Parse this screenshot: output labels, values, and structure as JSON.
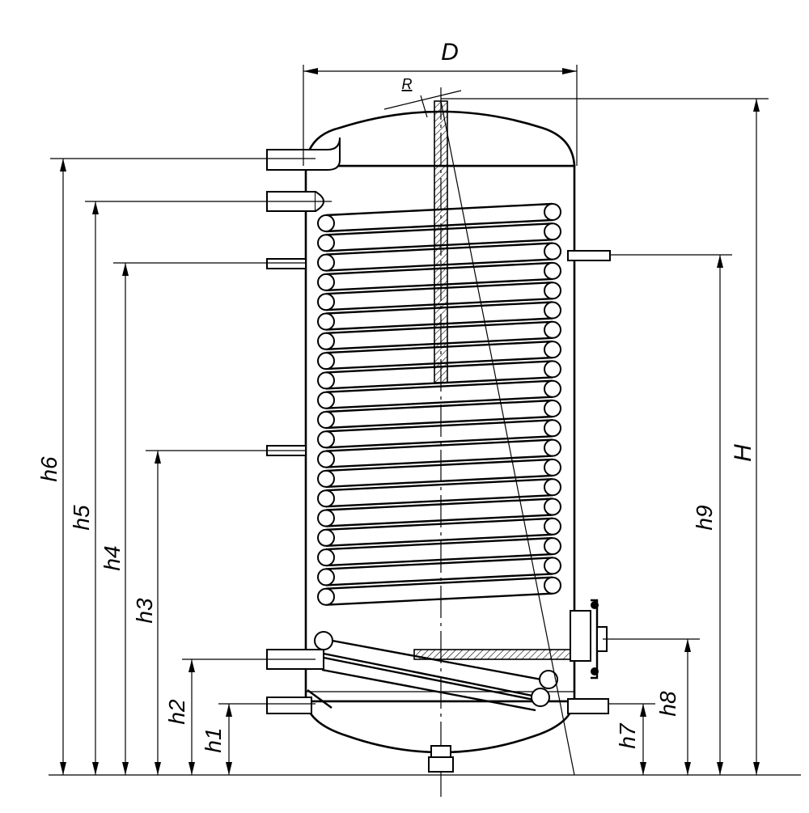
{
  "drawing": {
    "diameter_label": "D",
    "radius_label": "R",
    "height_label": "H",
    "left_dimensions": [
      "h6",
      "h5",
      "h4",
      "h3",
      "h2",
      "h1"
    ],
    "right_dimensions": [
      "h9",
      "h8",
      "h7"
    ]
  },
  "colors": {
    "line": "#000000",
    "background": "#ffffff"
  }
}
